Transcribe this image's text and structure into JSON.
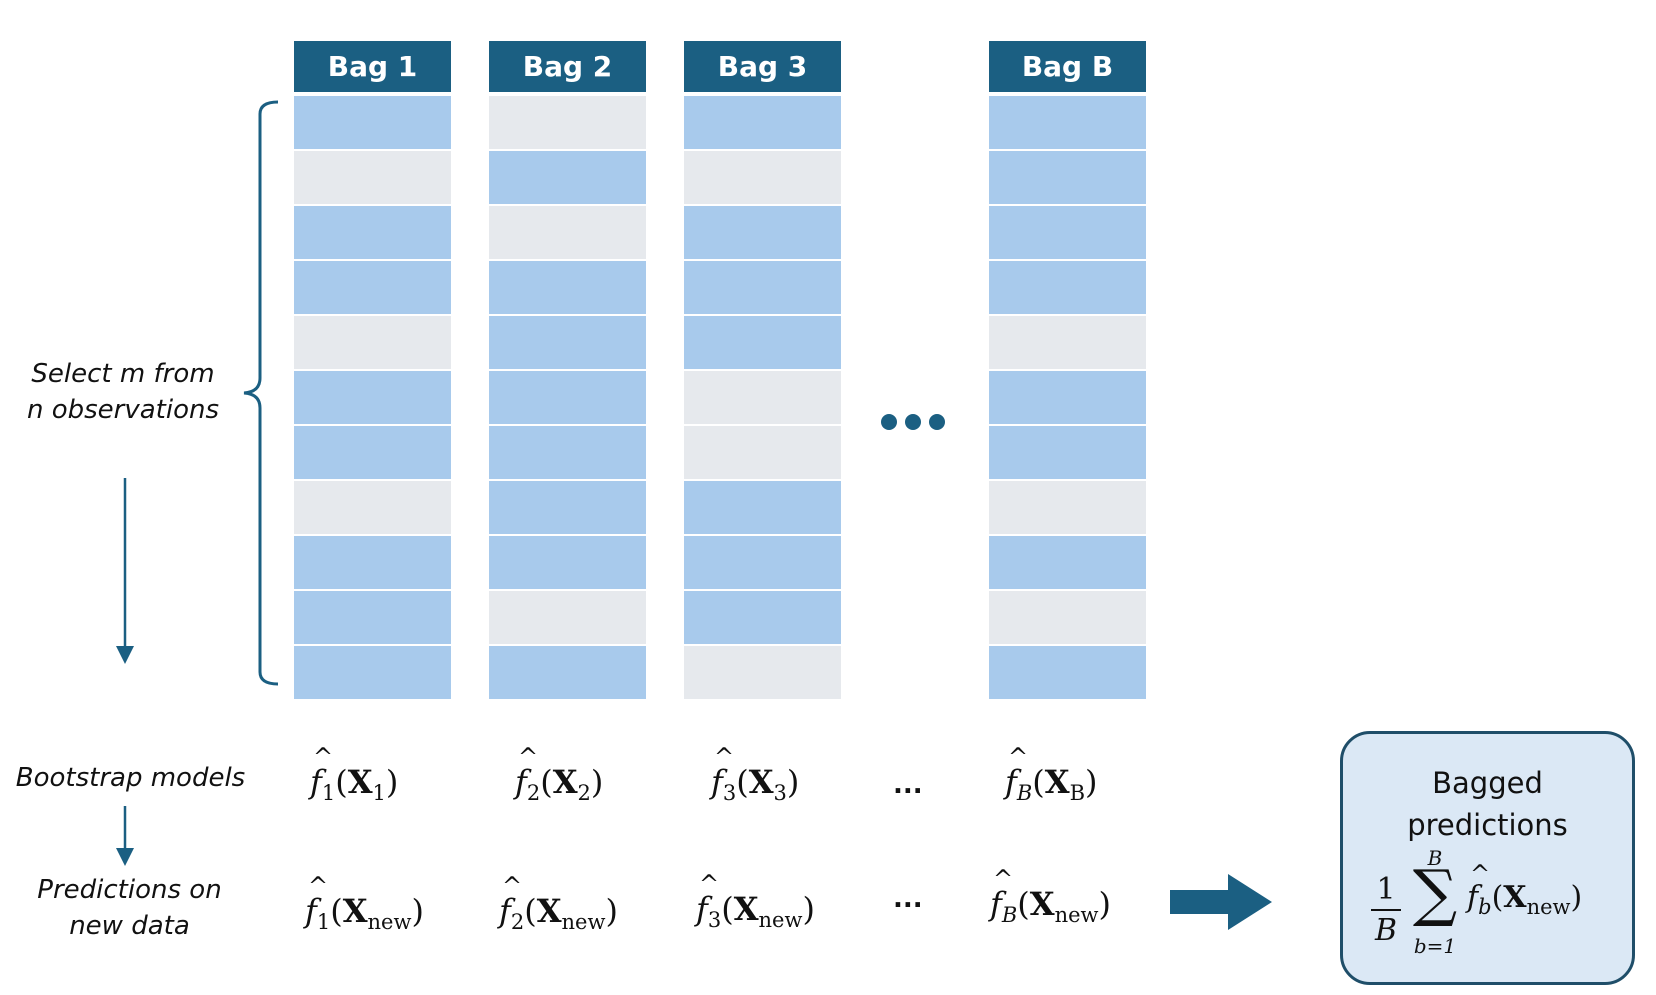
{
  "bags": [
    {
      "label": "Bag 1",
      "cells": [
        1,
        0,
        1,
        1,
        0,
        1,
        1,
        0,
        1,
        1,
        1
      ]
    },
    {
      "label": "Bag 2",
      "cells": [
        0,
        1,
        0,
        1,
        1,
        1,
        1,
        1,
        1,
        0,
        1
      ]
    },
    {
      "label": "Bag 3",
      "cells": [
        1,
        0,
        1,
        1,
        1,
        0,
        0,
        1,
        1,
        1,
        0
      ]
    },
    {
      "label": "Bag B",
      "cells": [
        1,
        1,
        1,
        1,
        0,
        1,
        1,
        0,
        1,
        0,
        1
      ]
    }
  ],
  "side_labels": {
    "select_line1": "Select m from",
    "select_line2": "n observations",
    "bootstrap": "Bootstrap models",
    "predictions_line1": "Predictions on",
    "predictions_line2": "new data"
  },
  "models": [
    {
      "sub": "1",
      "x_sub": "1"
    },
    {
      "sub": "2",
      "x_sub": "2"
    },
    {
      "sub": "3",
      "x_sub": "3"
    },
    {
      "sub": "B",
      "x_sub": "B"
    }
  ],
  "predictions": [
    {
      "sub": "1",
      "x_sub": "new"
    },
    {
      "sub": "2",
      "x_sub": "new"
    },
    {
      "sub": "3",
      "x_sub": "new"
    },
    {
      "sub": "B",
      "x_sub": "new"
    }
  ],
  "ellipsis": "...",
  "result": {
    "title_line1": "Bagged",
    "title_line2": "predictions",
    "frac_num": "1",
    "frac_den": "B",
    "sum_upper": "B",
    "sum_lower": "b=1",
    "f_sub": "b",
    "x_sub": "new"
  },
  "colors": {
    "header": "#1b5f82",
    "selected": "#a8caec",
    "unselected": "#e6e9ed",
    "arrow": "#1b5f82",
    "result_fill": "#dbe8f5"
  }
}
